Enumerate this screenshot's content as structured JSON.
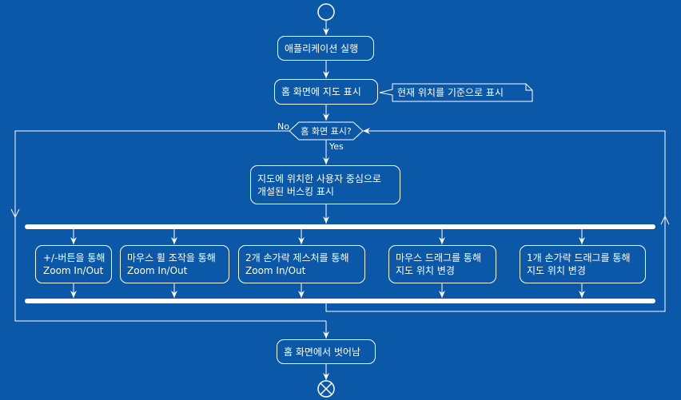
{
  "colors": {
    "background": "#0b57a8",
    "stroke": "#ffffff"
  },
  "flow": {
    "launch": "애플리케이션 실행",
    "show_map": "홈 화면에 지도 표시",
    "note": "현재 위치를 기준으로 표시",
    "loop_condition": "홈 화면 표시?",
    "yes_label": "Yes",
    "no_label": "No",
    "busking_line1": "지도에 위치한 사용자 중심으로",
    "busking_line2": "개설된 버스킹 표시",
    "branches": [
      {
        "line1": "+/-버튼을 통해",
        "line2": "Zoom In/Out"
      },
      {
        "line1": "마우스 휠 조작을 통해",
        "line2": "Zoom In/Out"
      },
      {
        "line1": "2개 손가락 제스처를 통해",
        "line2": "Zoom In/Out"
      },
      {
        "line1": "마우스 드래그를 통해",
        "line2": "지도 위치 변경"
      },
      {
        "line1": "1개 손가락 드래그를 통해",
        "line2": "지도 위치 변경"
      }
    ],
    "leave": "홈 화면에서 벗어남"
  }
}
